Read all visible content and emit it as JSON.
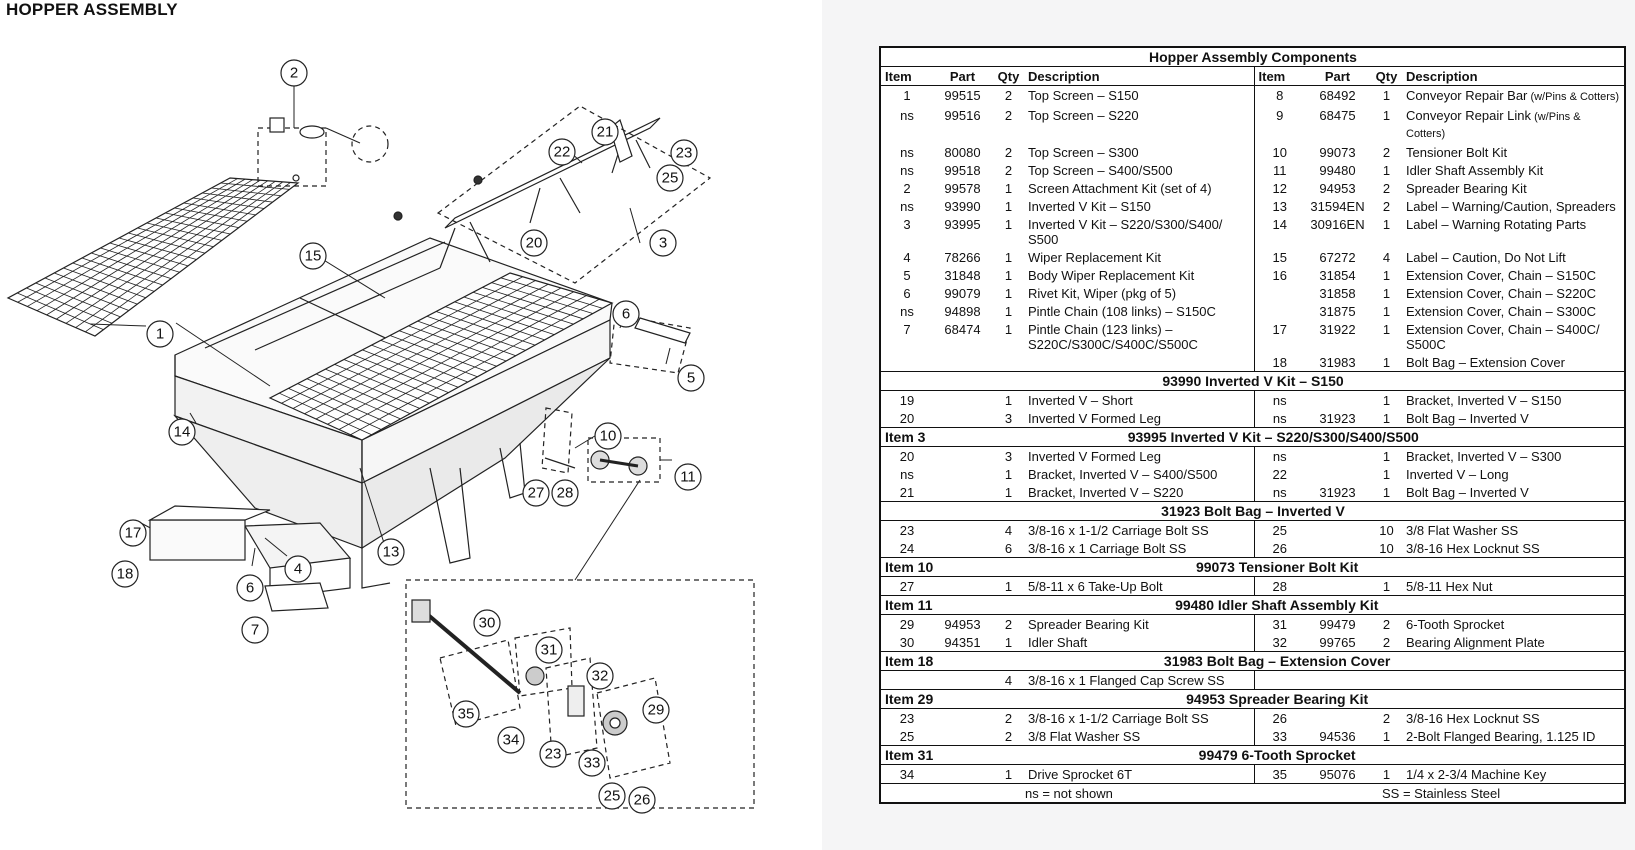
{
  "page_title": "HOPPER ASSEMBLY",
  "diagram": {
    "callouts": [
      "2",
      "21",
      "22",
      "23",
      "25",
      "20",
      "3",
      "15",
      "1",
      "6",
      "5",
      "14",
      "10",
      "11",
      "27",
      "28",
      "13",
      "17",
      "18",
      "4",
      "6",
      "7",
      "30",
      "31",
      "32",
      "29",
      "35",
      "34",
      "23",
      "33",
      "25",
      "26"
    ]
  },
  "table": {
    "title": "Hopper Assembly Components",
    "headers": {
      "item": "Item",
      "part": "Part",
      "qty": "Qty",
      "desc": "Description"
    },
    "main_left": [
      {
        "item": "1",
        "part": "99515",
        "qty": "2",
        "desc": "Top Screen – S150"
      },
      {
        "item": "ns",
        "part": "99516",
        "qty": "2",
        "desc": "Top Screen – S220"
      },
      {
        "item": "ns",
        "part": "80080",
        "qty": "2",
        "desc": "Top Screen – S300"
      },
      {
        "item": "ns",
        "part": "99518",
        "qty": "2",
        "desc": "Top Screen – S400/S500"
      },
      {
        "item": "2",
        "part": "99578",
        "qty": "1",
        "desc": "Screen Attachment Kit (set of 4)"
      },
      {
        "item": "ns",
        "part": "93990",
        "qty": "1",
        "desc": "Inverted V Kit – S150"
      },
      {
        "item": "3",
        "part": "93995",
        "qty": "1",
        "desc": "Inverted V Kit – S220/S300/S400/ S500"
      },
      {
        "item": "4",
        "part": "78266",
        "qty": "1",
        "desc": "Wiper Replacement Kit"
      },
      {
        "item": "5",
        "part": "31848",
        "qty": "1",
        "desc": "Body Wiper Replacement Kit"
      },
      {
        "item": "6",
        "part": "99079",
        "qty": "1",
        "desc": "Rivet Kit, Wiper (pkg of 5)"
      },
      {
        "item": "ns",
        "part": "94898",
        "qty": "1",
        "desc": "Pintle Chain (108 links) – S150C"
      },
      {
        "item": "7",
        "part": "68474",
        "qty": "1",
        "desc": "Pintle Chain (123 links) – S220C/S300C/S400C/S500C"
      }
    ],
    "main_right": [
      {
        "item": "8",
        "part": "68492",
        "qty": "1",
        "desc": "Conveyor Repair Bar",
        "note": "(w/Pins & Cotters)"
      },
      {
        "item": "9",
        "part": "68475",
        "qty": "1",
        "desc": "Conveyor Repair Link",
        "note": "(w/Pins & Cotters)"
      },
      {
        "item": "10",
        "part": "99073",
        "qty": "2",
        "desc": "Tensioner Bolt Kit"
      },
      {
        "item": "11",
        "part": "99480",
        "qty": "1",
        "desc": "Idler Shaft Assembly Kit"
      },
      {
        "item": "12",
        "part": "94953",
        "qty": "2",
        "desc": "Spreader Bearing Kit"
      },
      {
        "item": "13",
        "part": "31594EN",
        "qty": "2",
        "desc": "Label – Warning/Caution, Spreaders"
      },
      {
        "item": "14",
        "part": "30916EN",
        "qty": "1",
        "desc": "Label – Warning Rotating Parts"
      },
      {
        "item": "15",
        "part": "67272",
        "qty": "4",
        "desc": "Label – Caution, Do Not Lift"
      },
      {
        "item": "16",
        "part": "31854",
        "qty": "1",
        "desc": "Extension Cover, Chain – S150C"
      },
      {
        "item": "",
        "part": "31858",
        "qty": "1",
        "desc": "Extension Cover, Chain – S220C"
      },
      {
        "item": "",
        "part": "31875",
        "qty": "1",
        "desc": "Extension Cover, Chain – S300C"
      },
      {
        "item": "17",
        "part": "31922",
        "qty": "1",
        "desc": "Extension Cover, Chain – S400C/ S500C"
      },
      {
        "item": "18",
        "part": "31983",
        "qty": "1",
        "desc": "Bolt Bag – Extension Cover"
      }
    ],
    "sections": [
      {
        "item": "",
        "title": "93990  Inverted V Kit – S150",
        "rows": [
          [
            {
              "item": "19",
              "part": "",
              "qty": "1",
              "desc": "Inverted V – Short"
            },
            {
              "item": "ns",
              "part": "",
              "qty": "1",
              "desc": "Bracket, Inverted V – S150"
            }
          ],
          [
            {
              "item": "20",
              "part": "",
              "qty": "3",
              "desc": "Inverted V Formed Leg"
            },
            {
              "item": "ns",
              "part": "31923",
              "qty": "1",
              "desc": "Bolt Bag – Inverted V"
            }
          ]
        ]
      },
      {
        "item": "Item 3",
        "title": "93995  Inverted V Kit – S220/S300/S400/S500",
        "rows": [
          [
            {
              "item": "20",
              "part": "",
              "qty": "3",
              "desc": "Inverted V Formed Leg"
            },
            {
              "item": "ns",
              "part": "",
              "qty": "1",
              "desc": "Bracket, Inverted V – S300"
            }
          ],
          [
            {
              "item": "ns",
              "part": "",
              "qty": "1",
              "desc": "Bracket, Inverted V – S400/S500"
            },
            {
              "item": "22",
              "part": "",
              "qty": "1",
              "desc": "Inverted V – Long"
            }
          ],
          [
            {
              "item": "21",
              "part": "",
              "qty": "1",
              "desc": "Bracket, Inverted V – S220"
            },
            {
              "item": "ns",
              "part": "31923",
              "qty": "1",
              "desc": "Bolt Bag – Inverted V"
            }
          ]
        ]
      },
      {
        "item": "",
        "title": "31923  Bolt Bag – Inverted V",
        "rows": [
          [
            {
              "item": "23",
              "part": "",
              "qty": "4",
              "desc": "3/8-16 x 1-1/2 Carriage Bolt SS"
            },
            {
              "item": "25",
              "part": "",
              "qty": "10",
              "desc": "3/8 Flat Washer SS"
            }
          ],
          [
            {
              "item": "24",
              "part": "",
              "qty": "6",
              "desc": "3/8-16 x 1 Carriage Bolt SS"
            },
            {
              "item": "26",
              "part": "",
              "qty": "10",
              "desc": "3/8-16 Hex Locknut SS"
            }
          ]
        ]
      },
      {
        "item": "Item 10",
        "title": "99073  Tensioner Bolt Kit",
        "rows": [
          [
            {
              "item": "27",
              "part": "",
              "qty": "1",
              "desc": "5/8-11 x 6 Take-Up Bolt"
            },
            {
              "item": "28",
              "part": "",
              "qty": "1",
              "desc": "5/8-11 Hex Nut"
            }
          ]
        ]
      },
      {
        "item": "Item 11",
        "title": "99480  Idler Shaft Assembly Kit",
        "rows": [
          [
            {
              "item": "29",
              "part": "94953",
              "qty": "2",
              "desc": "Spreader Bearing Kit"
            },
            {
              "item": "31",
              "part": "99479",
              "qty": "2",
              "desc": "6-Tooth Sprocket"
            }
          ],
          [
            {
              "item": "30",
              "part": "94351",
              "qty": "1",
              "desc": "Idler Shaft"
            },
            {
              "item": "32",
              "part": "99765",
              "qty": "2",
              "desc": "Bearing Alignment Plate"
            }
          ]
        ]
      },
      {
        "item": "Item 18",
        "title": "31983  Bolt Bag – Extension Cover",
        "rows": [
          [
            {
              "item": "",
              "part": "",
              "qty": "4",
              "desc": "3/8-16 x 1 Flanged Cap Screw SS"
            },
            {
              "item": "",
              "part": "",
              "qty": "",
              "desc": ""
            }
          ]
        ]
      },
      {
        "item": "Item 29",
        "title": "94953  Spreader Bearing Kit",
        "rows": [
          [
            {
              "item": "23",
              "part": "",
              "qty": "2",
              "desc": "3/8-16 x 1-1/2 Carriage Bolt SS"
            },
            {
              "item": "26",
              "part": "",
              "qty": "2",
              "desc": "3/8-16 Hex Locknut SS"
            }
          ],
          [
            {
              "item": "25",
              "part": "",
              "qty": "2",
              "desc": "3/8 Flat Washer SS"
            },
            {
              "item": "33",
              "part": "94536",
              "qty": "1",
              "desc": "2-Bolt Flanged Bearing, 1.125 ID"
            }
          ]
        ]
      },
      {
        "item": "Item 31",
        "title": "99479  6-Tooth Sprocket",
        "rows": [
          [
            {
              "item": "34",
              "part": "",
              "qty": "1",
              "desc": "Drive Sprocket 6T"
            },
            {
              "item": "35",
              "part": "95076",
              "qty": "1",
              "desc": "1/4 x 2-3/4 Machine Key"
            }
          ]
        ]
      }
    ],
    "footnote_left": "ns = not shown",
    "footnote_right": "SS = Stainless Steel"
  }
}
